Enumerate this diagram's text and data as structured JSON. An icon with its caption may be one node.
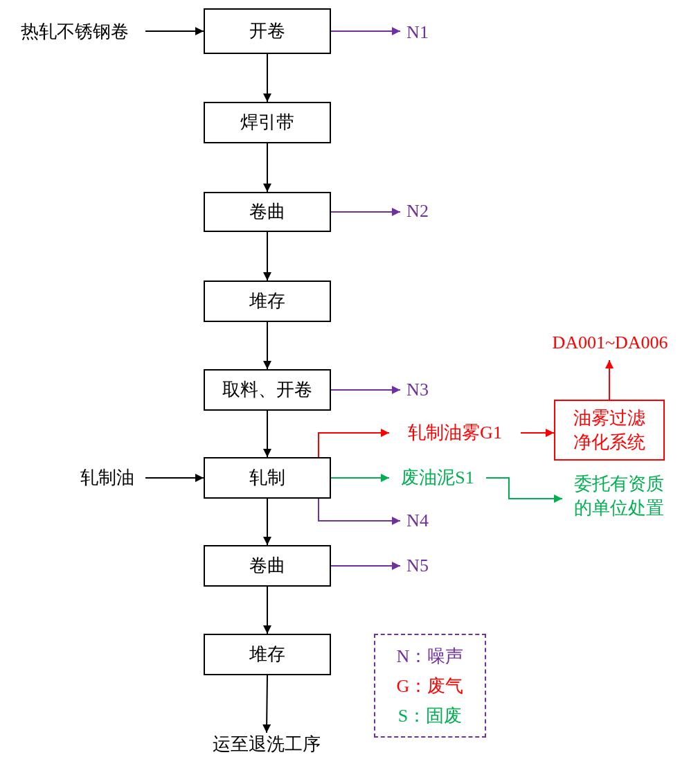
{
  "diagram": {
    "nodes": [
      {
        "text": [
          "热轧不锈钢卷"
        ]
      },
      {
        "text": [
          "开卷"
        ]
      },
      {
        "text": [
          "N1"
        ]
      },
      {
        "text": [
          "焊引带"
        ]
      },
      {
        "text": [
          "卷曲"
        ]
      },
      {
        "text": [
          "N2"
        ]
      },
      {
        "text": [
          "堆存"
        ]
      },
      {
        "text": [
          "取料、开卷"
        ]
      },
      {
        "text": [
          "N3"
        ]
      },
      {
        "text": [
          "轧制油"
        ]
      },
      {
        "text": [
          "轧制"
        ]
      },
      {
        "text": [
          "轧制油雾G1"
        ]
      },
      {
        "text": [
          "油雾过滤净化系统"
        ]
      },
      {
        "text": [
          "DA001~DA006"
        ]
      },
      {
        "text": [
          "废油泥S1"
        ]
      },
      {
        "text": [
          "委托有资质的单位处置"
        ]
      },
      {
        "text": [
          "N4"
        ]
      },
      {
        "text": [
          "卷曲"
        ]
      },
      {
        "text": [
          "N5"
        ]
      },
      {
        "text": [
          "堆存"
        ]
      },
      {
        "text": [
          "运至退洗工序"
        ]
      }
    ],
    "edges": [
      {
        "from": 0,
        "to": 1,
        "arrow": "to"
      },
      {
        "from": 1,
        "to": 2,
        "arrow": "to",
        "color": "#7030a0"
      },
      {
        "from": 1,
        "to": 3,
        "arrow": "to"
      },
      {
        "from": 3,
        "to": 4,
        "arrow": "to"
      },
      {
        "from": 4,
        "to": 5,
        "arrow": "to",
        "color": "#7030a0"
      },
      {
        "from": 4,
        "to": 6,
        "arrow": "to"
      },
      {
        "from": 6,
        "to": 7,
        "arrow": "to"
      },
      {
        "from": 7,
        "to": 8,
        "arrow": "to",
        "color": "#7030a0"
      },
      {
        "from": 7,
        "to": 10,
        "arrow": "to"
      },
      {
        "from": 9,
        "to": 10,
        "arrow": "to"
      },
      {
        "from": 10,
        "to": 11,
        "arrow": "to",
        "color": "#ff0000"
      },
      {
        "from": 11,
        "to": 12,
        "arrow": "to",
        "color": "#ff0000"
      },
      {
        "from": 12,
        "to": 13,
        "arrow": "to",
        "color": "#ff0000"
      },
      {
        "from": 10,
        "to": 14,
        "arrow": "to",
        "color": "#00b050"
      },
      {
        "from": 14,
        "to": 15,
        "arrow": "to",
        "color": "#00b050"
      },
      {
        "from": 10,
        "to": 16,
        "arrow": "to",
        "color": "#7030a0"
      },
      {
        "from": 10,
        "to": 17,
        "arrow": "to"
      },
      {
        "from": 17,
        "to": 18,
        "arrow": "to",
        "color": "#7030a0"
      },
      {
        "from": 17,
        "to": 19,
        "arrow": "to"
      },
      {
        "from": 19,
        "to": 20,
        "arrow": "to"
      }
    ],
    "legend": [
      {
        "text": "N：噪声",
        "color": "#7030a0"
      },
      {
        "text": "G：废气",
        "color": "#ff0000"
      },
      {
        "text": "S：固废",
        "color": "#00b050"
      }
    ]
  }
}
